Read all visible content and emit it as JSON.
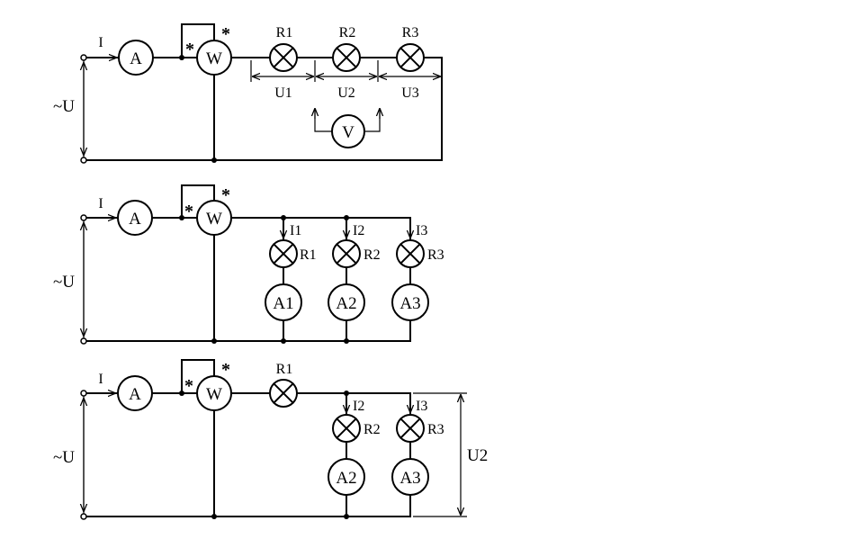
{
  "circuit1": {
    "current": "I",
    "ammeter": "A",
    "wattmeter": "W",
    "star_left": "*",
    "star_right": "*",
    "source": "~U",
    "lamps": [
      "R1",
      "R2",
      "R3"
    ],
    "voltages": [
      "U1",
      "U2",
      "U3"
    ],
    "voltmeter": "V"
  },
  "circuit2": {
    "current": "I",
    "ammeter": "A",
    "wattmeter": "W",
    "star_left": "*",
    "star_right": "*",
    "source": "~U",
    "branch_currents": [
      "I1",
      "I2",
      "I3"
    ],
    "lamps": [
      "R1",
      "R2",
      "R3"
    ],
    "branch_ammeters": [
      "A1",
      "A2",
      "A3"
    ]
  },
  "circuit3": {
    "current": "I",
    "ammeter": "A",
    "wattmeter": "W",
    "star_left": "*",
    "star_right": "*",
    "source": "~U",
    "series_lamp": "R1",
    "branch_currents": [
      "I2",
      "I3"
    ],
    "lamps": [
      "R2",
      "R3"
    ],
    "branch_ammeters": [
      "A2",
      "A3"
    ],
    "parallel_voltage": "U2"
  }
}
